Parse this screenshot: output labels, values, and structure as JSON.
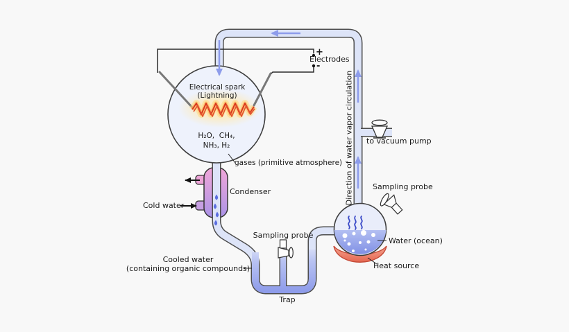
{
  "diagram": {
    "electrodes": {
      "plus": "+",
      "label": "Electrodes",
      "minus": "-"
    },
    "spark_flask": {
      "line1": "Electrical spark",
      "line2": "(Lightning)",
      "formula_line1": "H₂O,  CH₄,",
      "formula_line2": "NH₃, H₂"
    },
    "gases_label": "gases (primitive atmosphere)",
    "condenser_label": "Condenser",
    "cold_water_label": "Cold water",
    "direction_label": "Direction of water vapor circulation",
    "vacuum_pump_label": "to vacuum pump",
    "sampling_probe_right_label": "Sampling probe",
    "sampling_probe_bottom_label": "Sampling probe",
    "water_ocean_label": "Water (ocean)",
    "heat_source_label": "Heat source",
    "cooled_water_line1": "Cooled water",
    "cooled_water_line2": "(containing organic compounds)",
    "trap_label": "Trap"
  },
  "colors": {
    "background": "#f8f8f8",
    "tube_fill": "#dde4f8",
    "tube_outline": "#4d4d4d",
    "flow_arrow": "#8d9ceb",
    "spark_red": "#d8381e",
    "spark_glow": "#ffcf77",
    "condenser_top": "#f0a6d8",
    "condenser_bottom": "#ab93e8",
    "droplet_blue": "#5b6ee0",
    "trap_water": "#8d9bea",
    "steam_blue": "#3b4bc8",
    "heat_source_red": "#e25a44",
    "text": "#1a1a1a"
  }
}
